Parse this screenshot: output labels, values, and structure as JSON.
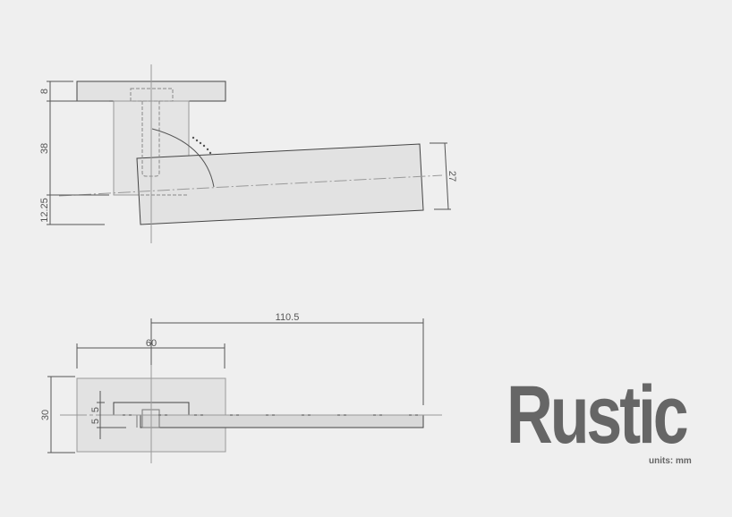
{
  "title": "Rustic",
  "units": "units: mm",
  "side_view": {
    "dims": [
      "8",
      "38",
      "12.25",
      "27"
    ]
  },
  "top_view": {
    "dims": [
      "110.5",
      "60",
      "30",
      "5",
      "5"
    ]
  },
  "colors": {
    "line": "#444444",
    "fill": "#e2e2e2",
    "text": "#666666",
    "background": "#efefef"
  }
}
